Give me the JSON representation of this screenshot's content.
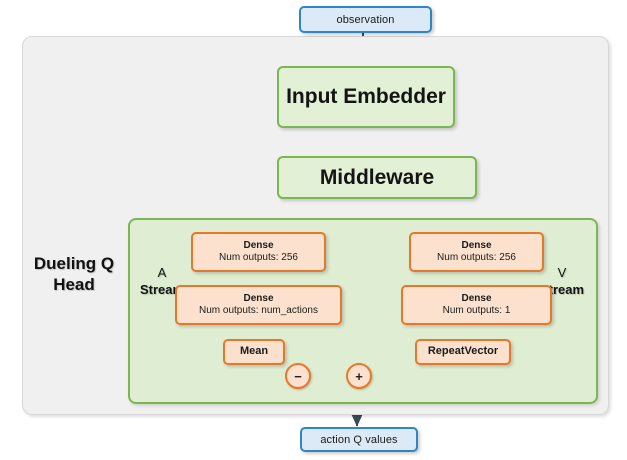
{
  "diagram": {
    "title_label": "Dueling Q\nHead",
    "colors": {
      "io_fill": "#dce9f7",
      "io_stroke": "#2e86c8",
      "module_fill": "#e2f0d5",
      "module_stroke": "#7ab74f",
      "layer_fill": "#fce2ce",
      "layer_stroke": "#e8772a",
      "outer_fill": "#f0f0f0",
      "head_fill": "#dfeed2",
      "edge": "#1a1a1a"
    },
    "io": {
      "input_label": "observation",
      "output_label": "action Q values"
    },
    "modules": {
      "input_embedder": "Input Embedder",
      "middleware": "Middleware"
    },
    "head": {
      "title_line1": "Dueling Q",
      "title_line2": "Head",
      "a_stream_line1": "A",
      "a_stream_line2": "Stream",
      "v_stream_line1": "V",
      "v_stream_line2": "Stream"
    },
    "a_stream": {
      "dense1_title": "Dense",
      "dense1_sub": "Num outputs: 256",
      "dense2_title": "Dense",
      "dense2_sub": "Num outputs: num_actions",
      "mean_label": "Mean"
    },
    "v_stream": {
      "dense1_title": "Dense",
      "dense1_sub": "Num outputs: 256",
      "dense2_title": "Dense",
      "dense2_sub": "Num outputs: 1",
      "repeat_label": "RepeatVector"
    },
    "operators": {
      "subtract": "−",
      "add": "+"
    }
  }
}
